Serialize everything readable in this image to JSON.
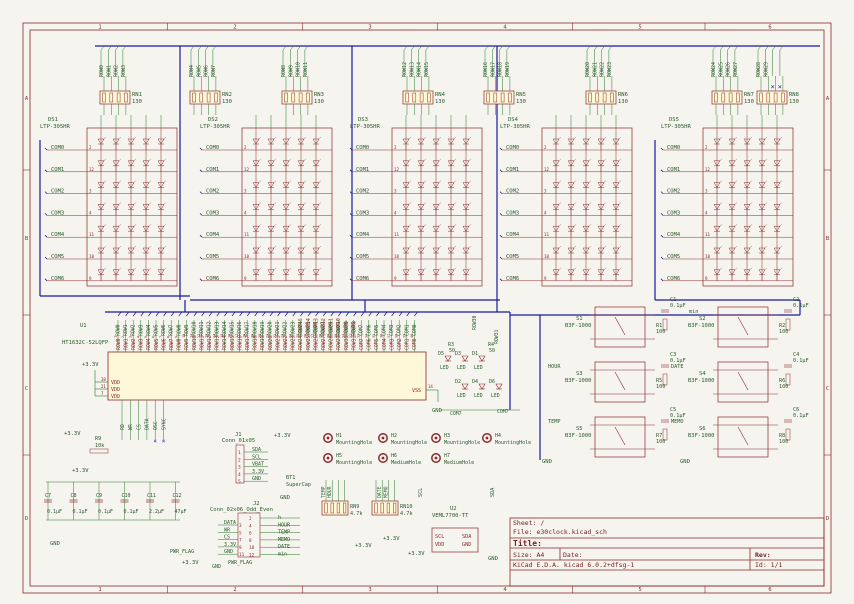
{
  "frame": {
    "cols": [
      "1",
      "2",
      "3",
      "4",
      "5",
      "6"
    ],
    "rows": [
      "A",
      "B",
      "C",
      "D"
    ]
  },
  "displays": [
    {
      "ref": "DS1",
      "value": "LTP-305HR"
    },
    {
      "ref": "DS2",
      "value": "LTP-305HR"
    },
    {
      "ref": "DS3",
      "value": "LTP-305HR"
    },
    {
      "ref": "DS4",
      "value": "LTP-305HR"
    },
    {
      "ref": "DS5",
      "value": "LTP-305HR"
    }
  ],
  "com_labels": [
    "COM0",
    "COM1",
    "COM2",
    "COM3",
    "COM4",
    "COM5",
    "COM6"
  ],
  "com_pins": [
    "2",
    "12",
    "3",
    "4",
    "11",
    "10",
    "9"
  ],
  "resistor_networks": [
    {
      "ref": "RN1",
      "value": "130",
      "rows": [
        "ROW0",
        "ROW1",
        "ROW2",
        "ROW3"
      ]
    },
    {
      "ref": "RN2",
      "value": "130",
      "rows": [
        "ROW4",
        "ROW5",
        "ROW6",
        "ROW7"
      ]
    },
    {
      "ref": "RN3",
      "value": "130",
      "rows": [
        "ROW8",
        "ROW9",
        "ROW10",
        "ROW11"
      ]
    },
    {
      "ref": "RN4",
      "value": "130",
      "rows": [
        "ROW12",
        "ROW13",
        "ROW14",
        "ROW15"
      ]
    },
    {
      "ref": "RN5",
      "value": "130",
      "rows": [
        "ROW16",
        "ROW17",
        "ROW18",
        "ROW19"
      ]
    },
    {
      "ref": "RN6",
      "value": "130",
      "rows": [
        "ROW20",
        "ROW21",
        "ROW22",
        "ROW23"
      ]
    },
    {
      "ref": "RN7",
      "value": "130",
      "rows": [
        "ROW24",
        "ROW25",
        "ROW26",
        "ROW27"
      ]
    },
    {
      "ref": "RN8",
      "value": "130",
      "rows": [
        "ROW28",
        "ROW29",
        "",
        ""
      ]
    }
  ],
  "u1": {
    "ref": "U1",
    "value": "HT1632C-52LQFP",
    "pins_top": [
      "ROW0",
      "ROW1",
      "ROW2",
      "ROW3",
      "ROW4",
      "ROW5",
      "ROW6",
      "ROW7",
      "ROW8",
      "ROW9",
      "ROW10",
      "ROW11",
      "ROW12",
      "ROW13",
      "ROW14",
      "ROW15",
      "ROW16",
      "ROW17",
      "ROW18",
      "ROW19",
      "ROW20",
      "ROW21",
      "ROW22",
      "ROW23",
      "ROW24/COM15",
      "ROW25/COM14",
      "ROW26/COM13",
      "ROW27/COM12",
      "ROW28/COM11",
      "ROW29/COM10",
      "ROW30/COM9",
      "ROW31/COM8",
      "COM7",
      "COM6",
      "COM5",
      "COM4",
      "COM3",
      "COM2",
      "COM1",
      "COM0"
    ],
    "left_pins": [
      "VDD",
      "VDD",
      "VDD"
    ],
    "left_nums": [
      "38",
      "21",
      "7"
    ],
    "bottom_pins": [
      "RD",
      "WR",
      "CS",
      "DATA",
      "OSC",
      "SYNC"
    ],
    "vss": "VSS",
    "vss_num": "14"
  },
  "u2": {
    "ref": "U2",
    "value": "VEML7700-TT",
    "pins": [
      "SCL",
      "SDA",
      "VDD",
      "GND"
    ]
  },
  "switches": [
    {
      "ref": "S1",
      "value": "B3F-1000",
      "net": ""
    },
    {
      "ref": "S2",
      "value": "B3F-1000",
      "net": "min"
    },
    {
      "ref": "S3",
      "value": "B3F-1000",
      "net": "HOUR"
    },
    {
      "ref": "S4",
      "value": "B3F-1000",
      "net": "DATE"
    },
    {
      "ref": "S5",
      "value": "B3F-1000",
      "net": "TEMP"
    },
    {
      "ref": "S6",
      "value": "B3F-1000",
      "net": "MEMO"
    }
  ],
  "passives": [
    {
      "ref": "C1",
      "value": "0.1µF"
    },
    {
      "ref": "R1",
      "value": "100"
    },
    {
      "ref": "C2",
      "value": "0.1µF"
    },
    {
      "ref": "R2",
      "value": "100"
    },
    {
      "ref": "C3",
      "value": "0.1µF"
    },
    {
      "ref": "R5",
      "value": "100"
    },
    {
      "ref": "C4",
      "value": "0.1µF"
    },
    {
      "ref": "R6",
      "value": "100"
    },
    {
      "ref": "C5",
      "value": "0.1µF"
    },
    {
      "ref": "R7",
      "value": "100"
    },
    {
      "ref": "C6",
      "value": "0.1µF"
    },
    {
      "ref": "R8",
      "value": "100"
    },
    {
      "ref": "R3",
      "value": "50"
    },
    {
      "ref": "R4",
      "value": "50"
    },
    {
      "ref": "R9",
      "value": "10k"
    }
  ],
  "leds": [
    "D5",
    "D3",
    "D1",
    "D2",
    "D4",
    "D6"
  ],
  "bypass_caps": [
    {
      "ref": "C7",
      "value": "0.1µF"
    },
    {
      "ref": "C8",
      "value": "0.1µF"
    },
    {
      "ref": "C9",
      "value": "0.1µF"
    },
    {
      "ref": "C10",
      "value": "0.1µF"
    },
    {
      "ref": "C11",
      "value": "2.2µF"
    },
    {
      "ref": "C12",
      "value": "47µF"
    }
  ],
  "mounting_holes": [
    {
      "ref": "H1",
      "value": "MountingHole"
    },
    {
      "ref": "H2",
      "value": "MountingHole"
    },
    {
      "ref": "H3",
      "value": "MountingHole"
    },
    {
      "ref": "H4",
      "value": "MountingHole"
    },
    {
      "ref": "H5",
      "value": "MountingHole"
    },
    {
      "ref": "H6",
      "value": "MediumHole"
    },
    {
      "ref": "H7",
      "value": "MediumHole"
    }
  ],
  "j1": {
    "ref": "J1",
    "value": "Conn_01x05",
    "pins": [
      "SDA",
      "SCL",
      "VBAT",
      "3.3V",
      "GND"
    ]
  },
  "j2": {
    "ref": "J2",
    "value": "Conn_02x06_Odd_Even",
    "left": [
      "DATA",
      "WR",
      "CS",
      "3.3V",
      "GND"
    ],
    "right": [
      "h",
      "HOUR",
      "TEMP",
      "MEMO",
      "DATE",
      "min"
    ]
  },
  "bt1": {
    "ref": "BT1",
    "value": "SuperCap"
  },
  "rn9": {
    "ref": "RN9",
    "value": "4.7k",
    "nets": [
      "TEMP",
      "HOUR",
      "",
      ""
    ]
  },
  "rn10": {
    "ref": "RN10",
    "value": "4.7k",
    "nets": [
      "",
      "DATE",
      "MEMO",
      ""
    ]
  },
  "power": {
    "v33": "+3.3V",
    "gnd": "GND",
    "pwr_flag": "PWR_FLAG"
  },
  "nets": {
    "scl": "SCL",
    "sda": "SDA",
    "com7": "COM7",
    "row30": "ROW30",
    "row31": "ROW31"
  },
  "title_block": {
    "sheet": "Sheet: /",
    "file": "File: e30clock.kicad_sch",
    "title": "Title:",
    "size": "Size: A4",
    "date": "Date:",
    "rev": "Rev:",
    "tool": "KiCad E.D.A.  kicad 6.0.2+dfsg-1",
    "id": "Id: 1/1"
  }
}
